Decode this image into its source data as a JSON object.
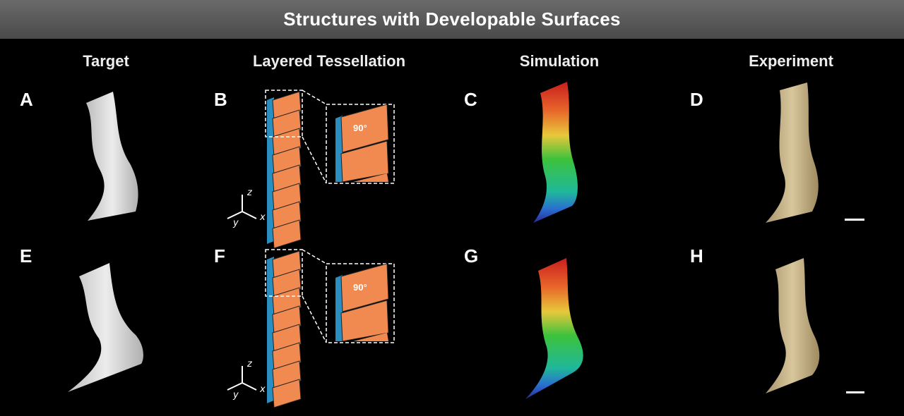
{
  "title": "Structures with Developable Surfaces",
  "columns": [
    "Target",
    "Layered Tessellation",
    "Simulation",
    "Experiment"
  ],
  "panel_labels": [
    "A",
    "B",
    "C",
    "D",
    "E",
    "F",
    "G",
    "H"
  ],
  "axes": {
    "z": "z",
    "x": "x",
    "y": "y"
  },
  "inset_angle": "90°",
  "colors": {
    "tile": "#f08a50",
    "tile_back": "#2a8fc0",
    "target": "#d9d9d9",
    "experiment": "#c9b68c",
    "title_bg": "#555555"
  }
}
